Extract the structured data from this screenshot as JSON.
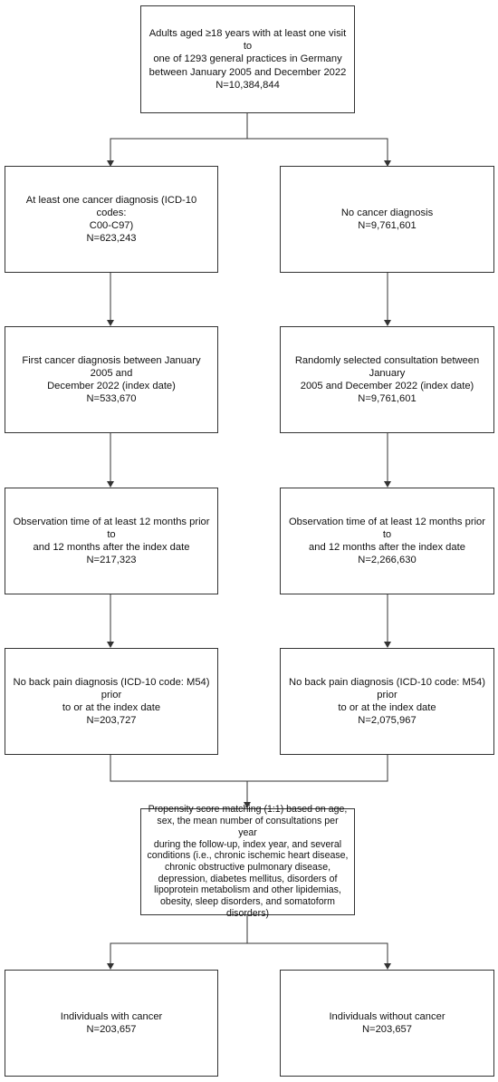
{
  "boxes": {
    "top": "Adults aged ≥18 years with at least one visit to\none of 1293 general practices in Germany\nbetween January 2005 and December 2022\nN=10,384,844",
    "l1": "At least one cancer diagnosis (ICD-10 codes:\nC00-C97)\nN=623,243",
    "r1": "No cancer diagnosis\nN=9,761,601",
    "l2": "First cancer diagnosis between January 2005 and\nDecember 2022 (index date)\nN=533,670",
    "r2": "Randomly selected consultation between January\n2005 and December 2022 (index date)\nN=9,761,601",
    "l3": "Observation time of at least 12 months prior to\nand 12 months after the index date\nN=217,323",
    "r3": "Observation time of at least 12 months prior to\nand 12 months after the index date\nN=2,266,630",
    "l4": "No back pain diagnosis (ICD-10 code: M54) prior\nto or at the index date\nN=203,727",
    "r4": "No back pain diagnosis (ICD-10 code: M54) prior\nto or at the index date\nN=2,075,967",
    "match": "Propensity score matching (1:1) based on age,\nsex, the mean number of consultations per year\nduring the follow-up, index year, and several\nconditions (i.e., chronic ischemic heart disease,\nchronic obstructive pulmonary disease,\ndepression, diabetes mellitus, disorders of\nlipoprotein metabolism and other lipidemias,\nobesity, sleep disorders, and somatoform\ndisorders)",
    "l5": "Individuals with cancer\nN=203,657",
    "r5": "Individuals without cancer\nN=203,657"
  }
}
